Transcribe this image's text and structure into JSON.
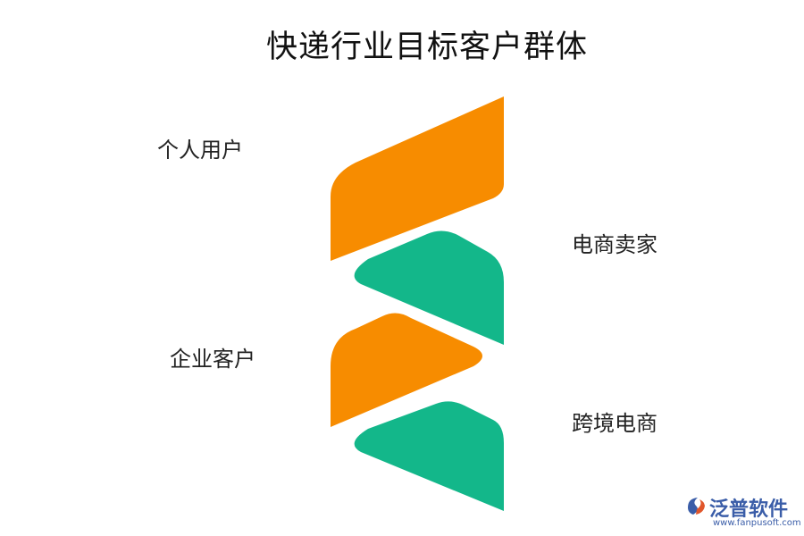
{
  "title": "快递行业目标客户群体",
  "segments": [
    {
      "label": "个人用户",
      "color": "#f78c00"
    },
    {
      "label": "电商卖家",
      "color": "#13b78a"
    },
    {
      "label": "企业客户",
      "color": "#f78c00"
    },
    {
      "label": "跨境电商",
      "color": "#13b78a"
    }
  ],
  "logo": {
    "name": "泛普软件",
    "url": "www.fanpusoft.com",
    "icon": "fanpu-logo-icon"
  }
}
